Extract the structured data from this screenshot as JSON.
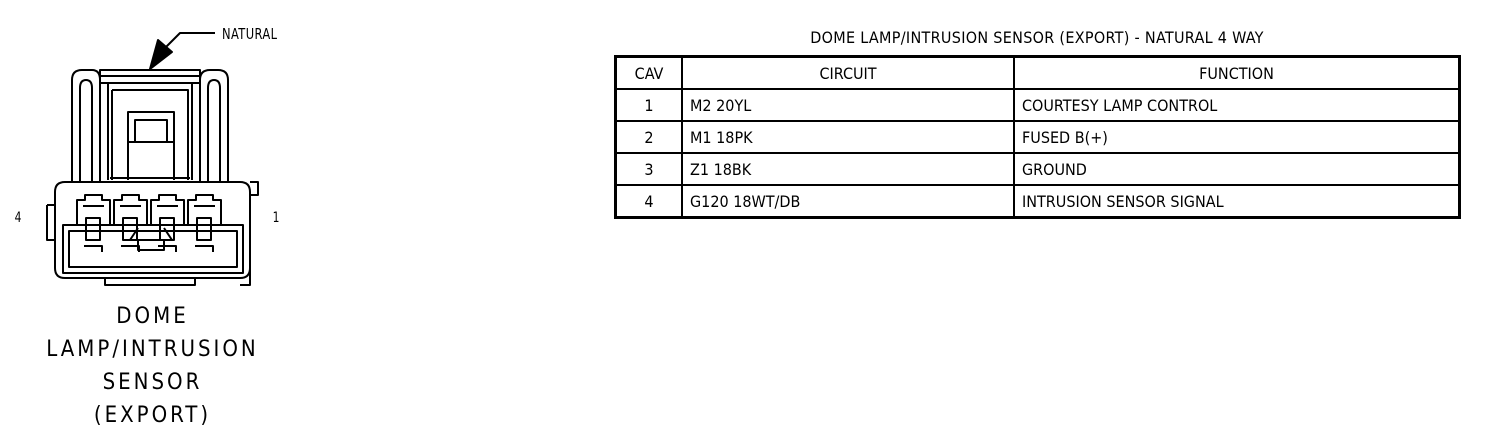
{
  "diagram": {
    "callout_label": "NATURAL",
    "pin_left_label": "4",
    "pin_right_label": "1",
    "connector_name": [
      "DOME",
      "LAMP/INTRUSION",
      "SENSOR",
      "(EXPORT)"
    ]
  },
  "table": {
    "title": "DOME LAMP/INTRUSION SENSOR (EXPORT) - NATURAL 4 WAY",
    "headers": {
      "cav": "CAV",
      "circuit": "CIRCUIT",
      "function": "FUNCTION"
    },
    "rows": [
      {
        "cav": "1",
        "circuit": "M2 20YL",
        "function": "COURTESY LAMP CONTROL"
      },
      {
        "cav": "2",
        "circuit": "M1 18PK",
        "function": "FUSED B(+)"
      },
      {
        "cav": "3",
        "circuit": "Z1 18BK",
        "function": "GROUND"
      },
      {
        "cav": "4",
        "circuit": "G120 18WT/DB",
        "function": "INTRUSION SENSOR SIGNAL"
      }
    ]
  }
}
